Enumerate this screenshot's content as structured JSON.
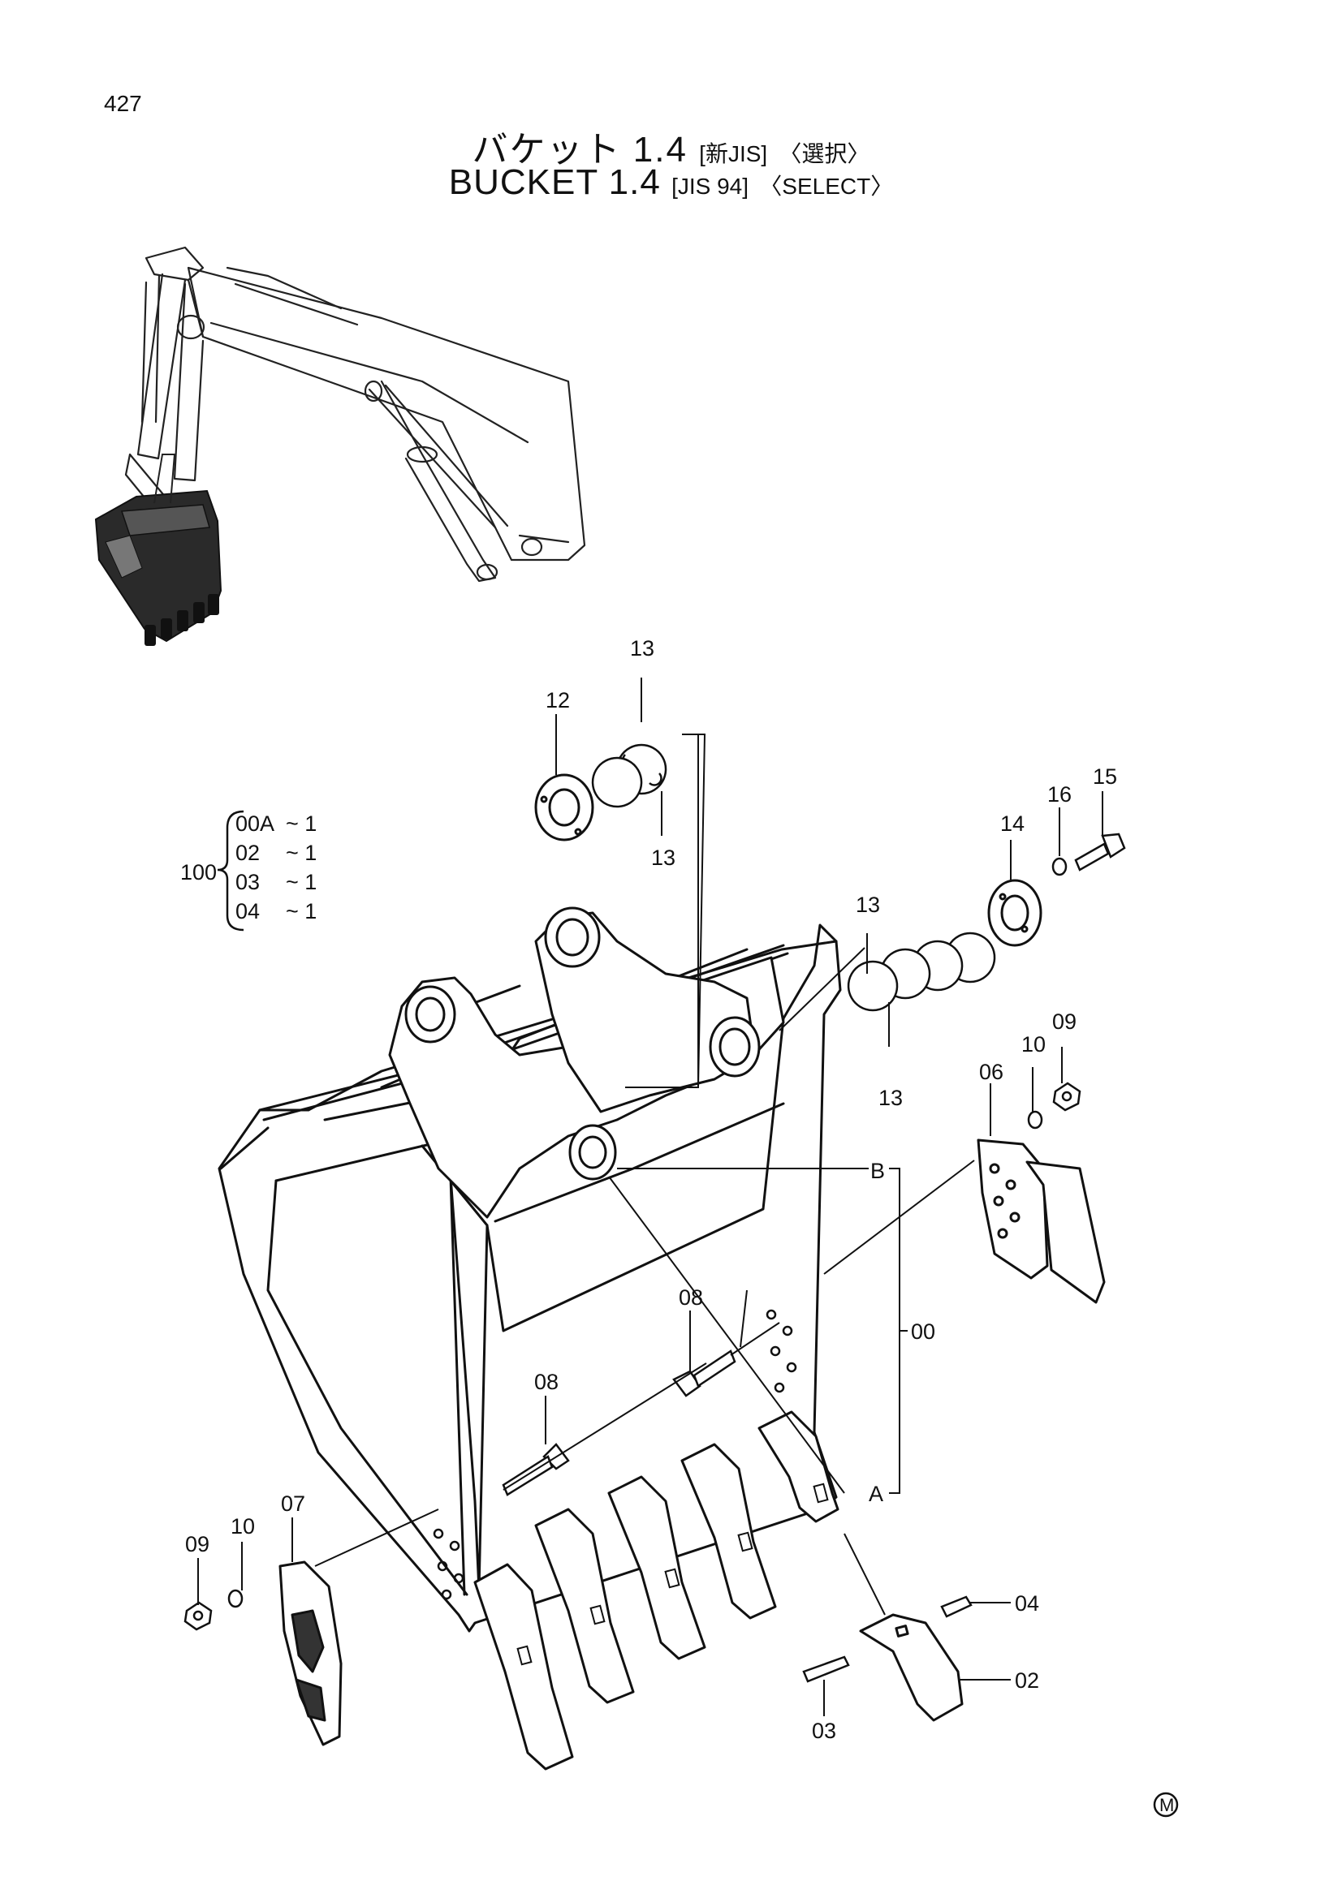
{
  "page_number": "427",
  "title_ja": {
    "main": "バケット 1.4",
    "std": "[新JIS]",
    "option": "〈選択〉"
  },
  "title_en": {
    "main": "BUCKET  1.4",
    "std": "[JIS 94]",
    "option": "〈SELECT〉"
  },
  "assembly": {
    "number": "100",
    "items": [
      {
        "code": "00A",
        "qty": "~ 1"
      },
      {
        "code": "02",
        "qty": "~ 1"
      },
      {
        "code": "03",
        "qty": "~ 1"
      },
      {
        "code": "04",
        "qty": "~ 1"
      }
    ]
  },
  "callouts": {
    "p13a": "13",
    "p12": "12",
    "p13b": "13",
    "p13c": "13",
    "p13d": "13",
    "p14": "14",
    "p16": "16",
    "p15": "15",
    "p09a": "09",
    "p10a": "10",
    "p06": "06",
    "pB": "B",
    "p00": "00",
    "p08a": "08",
    "p08b": "08",
    "pA": "A",
    "p07": "07",
    "p10b": "10",
    "p09b": "09",
    "p04": "04",
    "p02": "02",
    "p03": "03"
  },
  "maker_mark": "M"
}
